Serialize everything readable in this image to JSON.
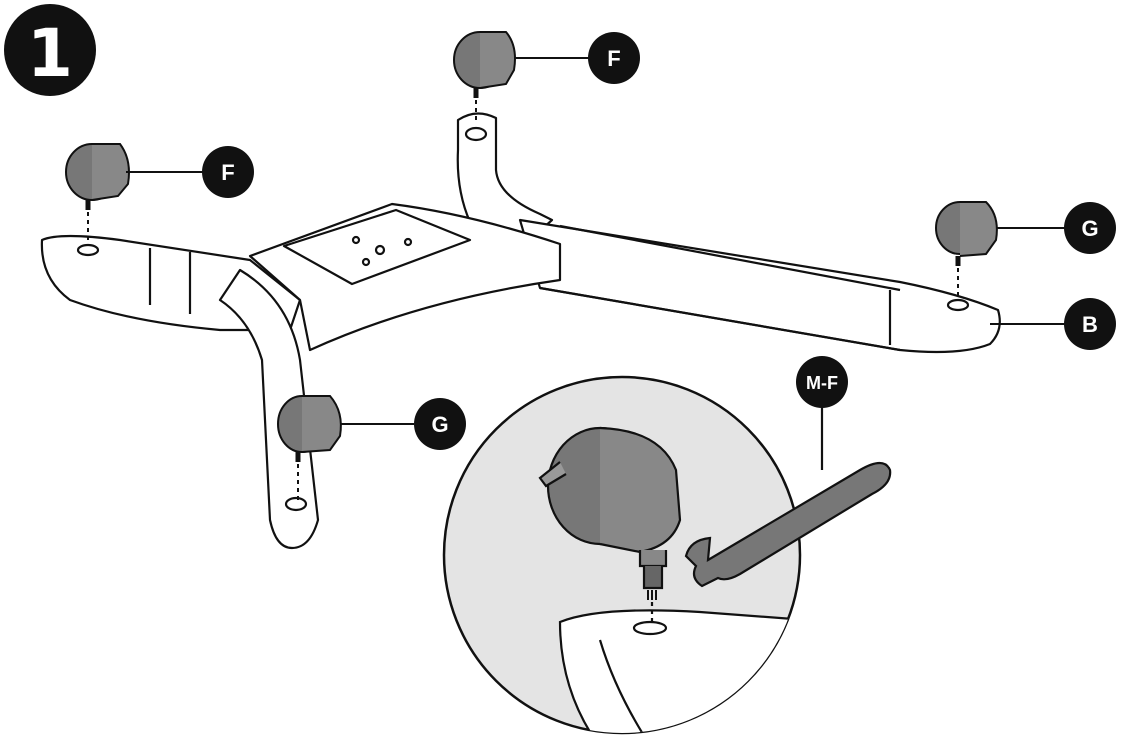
{
  "step": {
    "number": "1"
  },
  "callouts": {
    "caster_top_center": "F",
    "caster_top_left": "F",
    "caster_right": "G",
    "base_label": "B",
    "caster_front": "G",
    "wrench_label": "M-F"
  },
  "colors": {
    "line": "#111111",
    "part_gray": "#777777",
    "part_gray_dark": "#5e5e5e",
    "base_fill": "#ffffff",
    "detail_circle": "#e4e4e4",
    "badge": "#111111"
  }
}
